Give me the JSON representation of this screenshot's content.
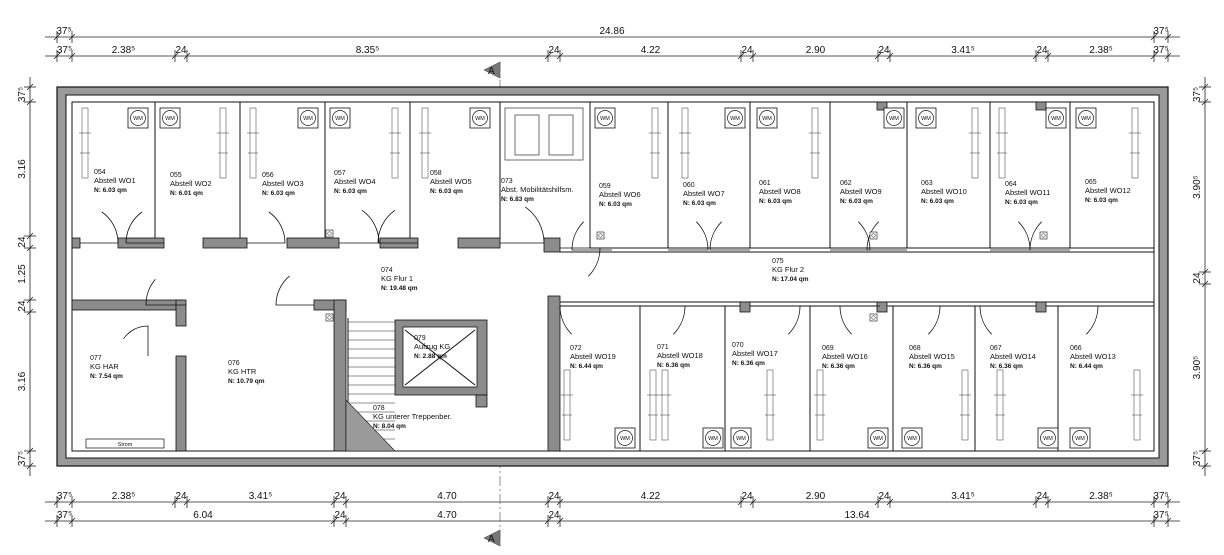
{
  "dimensions": {
    "top_total": "24.86",
    "top_outer_left": "37⁵",
    "top_outer_right": "37⁵",
    "top_chain": [
      "37⁵",
      "2.38⁵",
      "24",
      "8.35⁵",
      "24",
      "4.22",
      "24",
      "2.90",
      "24",
      "3.41⁵",
      "24",
      "2.38⁵",
      "37⁵"
    ],
    "bottom_chain1": [
      "37⁵",
      "2.38⁵",
      "24",
      "3.41⁵",
      "24",
      "4.70",
      "24",
      "4.22",
      "24",
      "2.90",
      "24",
      "3.41⁵",
      "24",
      "2.38⁵",
      "37⁵"
    ],
    "bottom_chain2": [
      "37⁵",
      "6.04",
      "24",
      "4.70",
      "24",
      "13.64",
      "37⁵"
    ],
    "left_chain": [
      "37⁵",
      "3.16",
      "24",
      "1.25",
      "24",
      "3.16",
      "37⁵"
    ],
    "right_chain": [
      "37⁵",
      "3.90⁵",
      "24",
      "3.90⁵",
      "37⁵"
    ]
  },
  "section_marker": "A",
  "wm_label": "WM",
  "strom_label": "Strom",
  "rooms": [
    {
      "id": "r054",
      "no": "054",
      "name": "Abstell WO1",
      "area": "N:  6.03  qm"
    },
    {
      "id": "r055",
      "no": "055",
      "name": "Abstell WO2",
      "area": "N:  6.01  qm"
    },
    {
      "id": "r056",
      "no": "056",
      "name": "Abstell WO3",
      "area": "N:  6.03  qm"
    },
    {
      "id": "r057",
      "no": "057",
      "name": "Abstell WO4",
      "area": "N:  6.03  qm"
    },
    {
      "id": "r058",
      "no": "058",
      "name": "Abstell WO5",
      "area": "N:  6.03  qm"
    },
    {
      "id": "r073",
      "no": "073",
      "name": "Abst. Mobilitätshilfsm.",
      "area": "N:  6.83  qm"
    },
    {
      "id": "r059",
      "no": "059",
      "name": "Abstell WO6",
      "area": "N:  6.03  qm"
    },
    {
      "id": "r060",
      "no": "060",
      "name": "Abstell WO7",
      "area": "N:  6.03  qm"
    },
    {
      "id": "r061",
      "no": "061",
      "name": "Abstell WO8",
      "area": "N:  6.03  qm"
    },
    {
      "id": "r062",
      "no": "062",
      "name": "Abstell WO9",
      "area": "N:  6.03  qm"
    },
    {
      "id": "r063",
      "no": "063",
      "name": "Abstell WO10",
      "area": "N:  6.03  qm"
    },
    {
      "id": "r064",
      "no": "064",
      "name": "Abstell WO11",
      "area": "N:  6.03  qm"
    },
    {
      "id": "r065",
      "no": "065",
      "name": "Abstell WO12",
      "area": "N:  6.03  qm"
    },
    {
      "id": "r074",
      "no": "074",
      "name": "KG Flur 1",
      "area": "N:  19.48  qm"
    },
    {
      "id": "r075",
      "no": "075",
      "name": "KG Flur 2",
      "area": "N:  17.04  qm"
    },
    {
      "id": "r077",
      "no": "077",
      "name": "KG HAR",
      "area": "N:  7.54  qm"
    },
    {
      "id": "r076",
      "no": "076",
      "name": "KG HTR",
      "area": "N:  10.79  qm"
    },
    {
      "id": "r079",
      "no": "079",
      "name": "Aufzug KG",
      "area": "N:  2.88  qm"
    },
    {
      "id": "r078",
      "no": "078",
      "name": "KG unterer Treppenber.",
      "area": "N:  8.04  qm"
    },
    {
      "id": "r072",
      "no": "072",
      "name": "Abstell WO19",
      "area": "N:  6.44  qm"
    },
    {
      "id": "r071",
      "no": "071",
      "name": "Abstell WO18",
      "area": "N:  6.36  qm"
    },
    {
      "id": "r070",
      "no": "070",
      "name": "Abstell WO17",
      "area": "N:  6.36  qm"
    },
    {
      "id": "r069",
      "no": "069",
      "name": "Abstell WO16",
      "area": "N:  6.36  qm"
    },
    {
      "id": "r068",
      "no": "068",
      "name": "Abstell WO15",
      "area": "N:  6.36  qm"
    },
    {
      "id": "r067",
      "no": "067",
      "name": "Abstell WO14",
      "area": "N:  6.36  qm"
    },
    {
      "id": "r066",
      "no": "066",
      "name": "Abstell WO13",
      "area": "N:  6.44  qm"
    }
  ]
}
